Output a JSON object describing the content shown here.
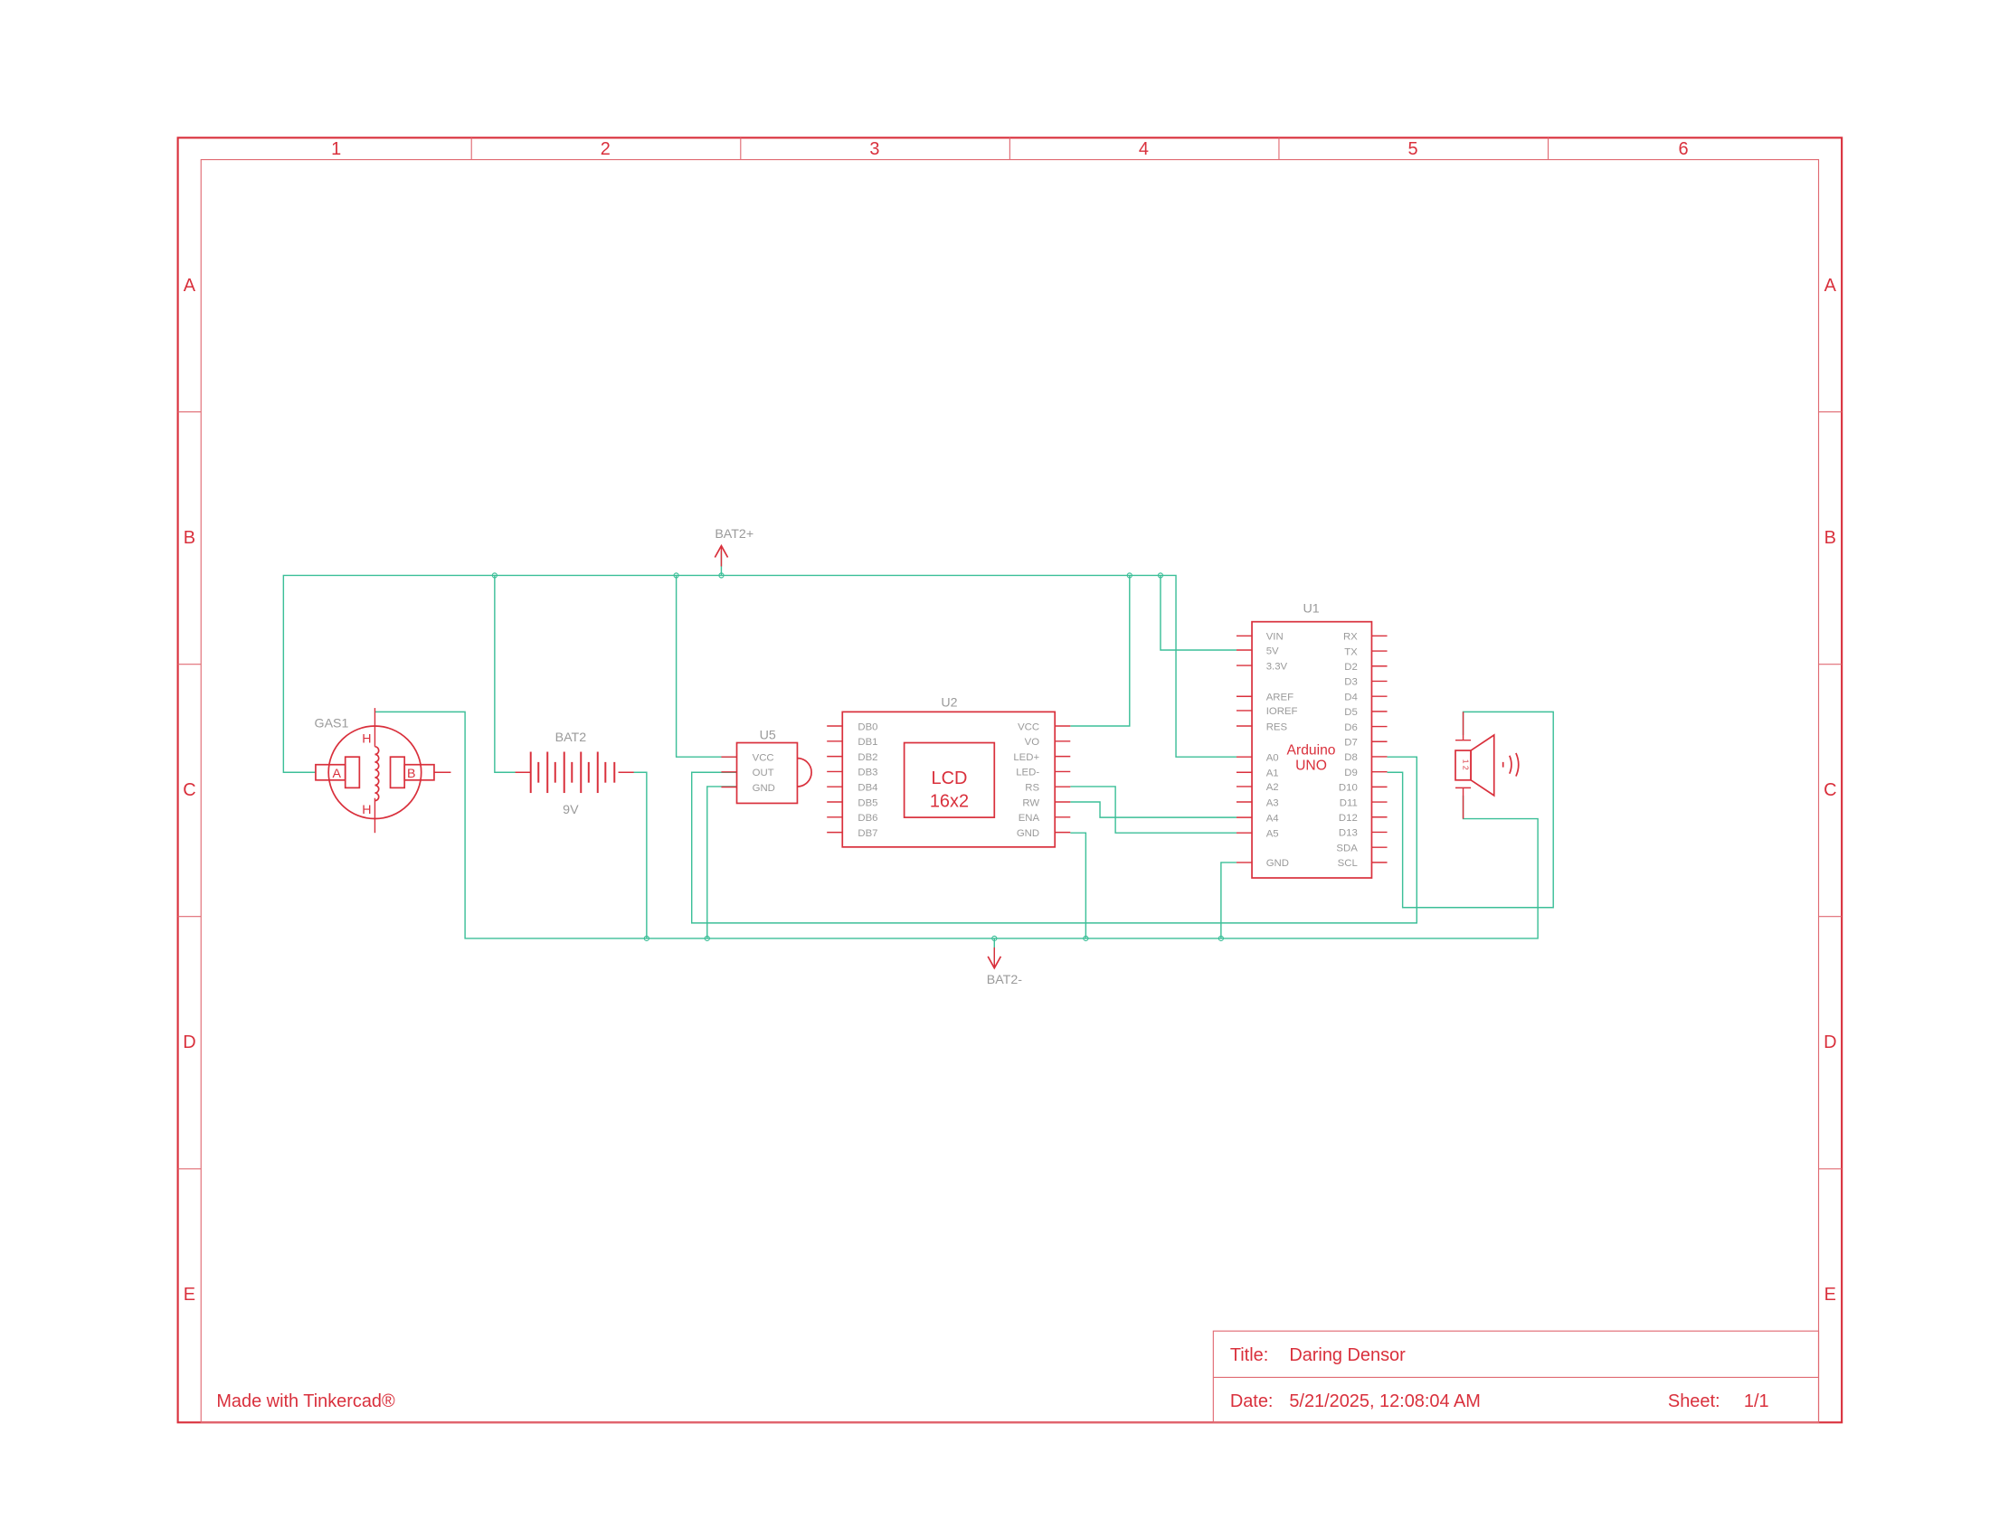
{
  "colors": {
    "frame": "#d9303c",
    "wire": "#3cbf98",
    "label": "#9a9a9a"
  },
  "frame": {
    "columns": [
      "1",
      "2",
      "3",
      "4",
      "5",
      "6"
    ],
    "rows": [
      "A",
      "B",
      "C",
      "D",
      "E"
    ]
  },
  "title_block": {
    "title_label": "Title:",
    "title": "Daring Densor",
    "date_label": "Date:",
    "date": "5/21/2025, 12:08:04 AM",
    "sheet_label": "Sheet:",
    "sheet": "1/1"
  },
  "credit": "Made with Tinkercad®",
  "nets": {
    "positive": "BAT2+",
    "negative": "BAT2-"
  },
  "gas_sensor": {
    "ref": "GAS1",
    "pin_h": "H",
    "pin_a": "A",
    "pin_b": "B"
  },
  "battery": {
    "ref": "BAT2",
    "value": "9V"
  },
  "u5": {
    "ref": "U5",
    "pins": [
      "VCC",
      "OUT",
      "GND"
    ]
  },
  "lcd": {
    "ref": "U2",
    "line1": "LCD",
    "line2": "16x2",
    "left_pins": [
      "DB0",
      "DB1",
      "DB2",
      "DB3",
      "DB4",
      "DB5",
      "DB6",
      "DB7"
    ],
    "right_pins": [
      "VCC",
      "VO",
      "LED+",
      "LED-",
      "RS",
      "RW",
      "ENA",
      "GND"
    ]
  },
  "arduino": {
    "ref": "U1",
    "name1": "Arduino",
    "name2": "UNO",
    "left_pins": [
      "VIN",
      "5V",
      "3.3V",
      "AREF",
      "IOREF",
      "RES",
      "A0",
      "A1",
      "A2",
      "A3",
      "A4",
      "A5",
      "GND"
    ],
    "right_pins": [
      "RX",
      "TX",
      "D2",
      "D3",
      "D4",
      "D5",
      "D6",
      "D7",
      "D8",
      "D9",
      "D10",
      "D11",
      "D12",
      "D13",
      "SDA",
      "SCL"
    ]
  },
  "speaker": {
    "pin_labels": "1 2"
  }
}
